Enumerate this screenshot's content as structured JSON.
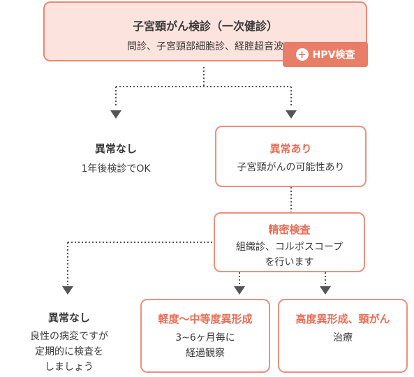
{
  "primary_exam": {
    "title": "子宮頸がん検診（一次健診）",
    "methods": "問診、子宮頸部細胞診、経腟超音波",
    "addon": "HPV検査"
  },
  "no_abnormality_1": {
    "title": "異常なし",
    "note": "1年後検診でOK"
  },
  "abnormal": {
    "title": "異常あり",
    "note": "子宮頸がんの可能性あり"
  },
  "detailed_exam": {
    "title": "精密検査",
    "lines": [
      "組織診、コルポスコープ",
      "を行います"
    ]
  },
  "no_abnormality_2": {
    "title": "異常なし",
    "lines": [
      "良性の病変ですが",
      "定期的に検査を",
      "しましょう"
    ]
  },
  "mild_moderate": {
    "title": "軽度〜中等度異形成",
    "lines": [
      "3~6ヶ月毎に",
      "経過観察"
    ]
  },
  "severe": {
    "title": "高度異形成、頸がん",
    "note": "治療"
  },
  "colors": {
    "accent": "#e86d55",
    "border": "#ee8f7e",
    "top_fill": "#fde3de",
    "connector": "#555555"
  }
}
